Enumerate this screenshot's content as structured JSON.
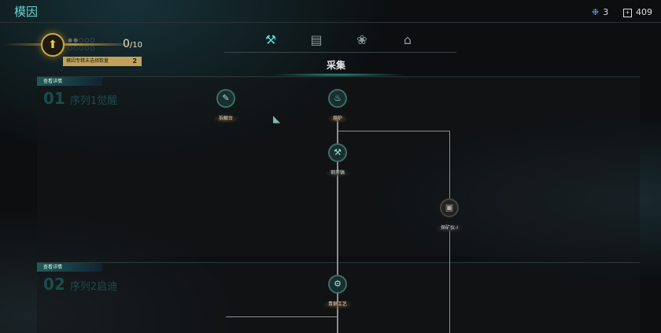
{
  "header": {
    "title": "模因",
    "resources": [
      {
        "icon": "crystal-icon",
        "value": "3"
      },
      {
        "icon": "scan-icon",
        "value": "409"
      }
    ]
  },
  "gene": {
    "current": "0",
    "max": "/10",
    "tooltip": "模因专精未选择数量",
    "tooltip_value": "2"
  },
  "tabs": [
    {
      "name": "gathering",
      "icon": "pickaxe-icon",
      "active": true
    },
    {
      "name": "crafting",
      "icon": "workbench-icon"
    },
    {
      "name": "farming",
      "icon": "plant-icon"
    },
    {
      "name": "building",
      "icon": "house-icon"
    }
  ],
  "category": "采集",
  "sequences": [
    {
      "details": "查看详情",
      "number": "01",
      "title": "序列1觉醒"
    },
    {
      "details": "查看详情",
      "number": "02",
      "title": "序列2启迪"
    }
  ],
  "nodes": [
    {
      "label": "拆解台",
      "icon": "wrench-icon"
    },
    {
      "label": "熔炉",
      "icon": "furnace-icon"
    },
    {
      "label": "钢斧镐",
      "icon": "axe-icon"
    },
    {
      "label": "探矿仪-I",
      "icon": "detector-icon"
    },
    {
      "label": "青铜工艺",
      "icon": "bronze-icon"
    }
  ]
}
